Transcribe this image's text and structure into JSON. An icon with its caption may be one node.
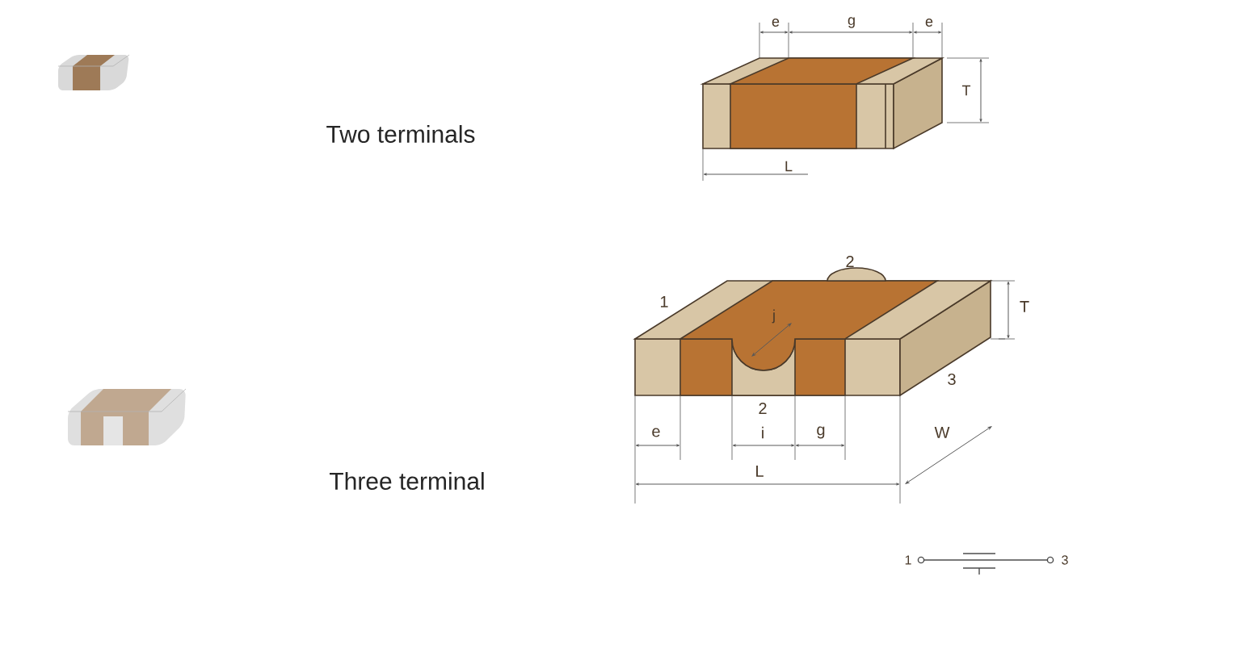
{
  "diagram": {
    "labels": [
      "Two terminals",
      "e",
      "g",
      "e",
      "T",
      "L",
      "1",
      "2",
      "j",
      "T",
      "3",
      "2",
      "e",
      "i",
      "g",
      "W",
      "L",
      "Three terminal",
      "1",
      "3"
    ]
  }
}
